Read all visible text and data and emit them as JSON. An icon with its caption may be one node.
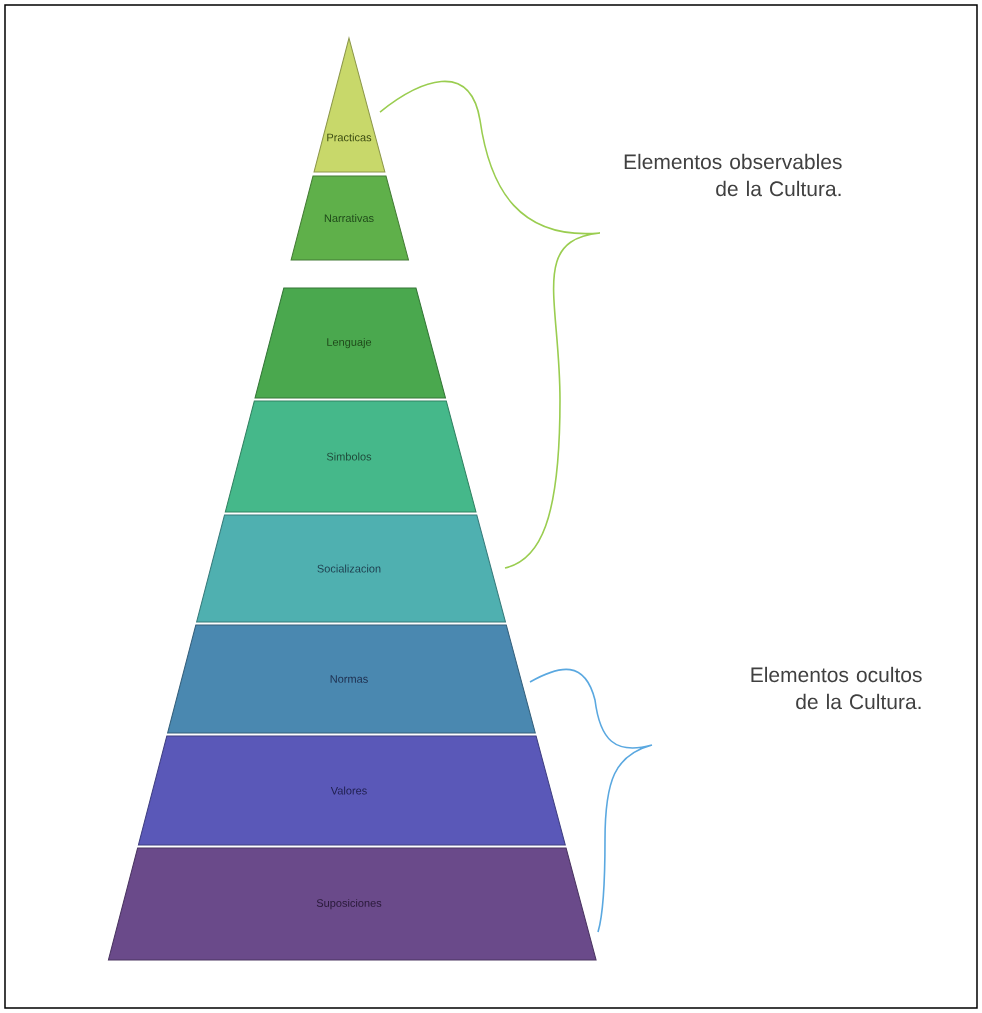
{
  "diagram": {
    "nodes": [
      {
        "text": [
          "Practicas"
        ]
      },
      {
        "text": [
          "Narrativas"
        ]
      },
      {
        "text": [
          "Lenguaje"
        ]
      },
      {
        "text": [
          "Simbolos"
        ]
      },
      {
        "text": [
          "Socializacion"
        ]
      },
      {
        "text": [
          "Normas"
        ]
      },
      {
        "text": [
          "Valores"
        ]
      },
      {
        "text": [
          "Suposiciones"
        ]
      }
    ],
    "labels": [
      "Elementos observables de la Cultura.",
      "Elementos ocultos de la Cultura."
    ]
  }
}
